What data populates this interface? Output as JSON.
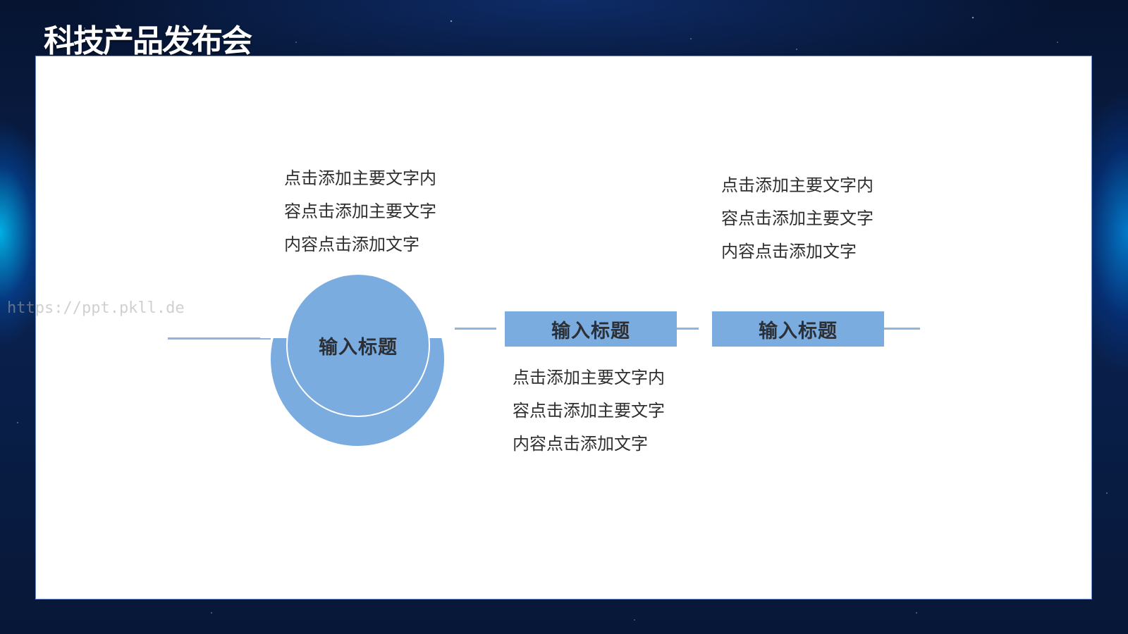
{
  "slide": {
    "title": "科技产品发布会"
  },
  "nodes": [
    {
      "label": "输入标题",
      "text": [
        "点击添加主要文字内",
        "容点击添加主要文字",
        "内容点击添加文字"
      ]
    },
    {
      "label": "输入标题",
      "text": [
        "点击添加主要文字内",
        "容点击添加主要文字",
        "内容点击添加文字"
      ]
    },
    {
      "label": "输入标题",
      "text": [
        "点击添加主要文字内",
        "容点击添加主要文字",
        "内容点击添加文字"
      ]
    }
  ],
  "watermark": "https://ppt.pkll.de",
  "colors": {
    "accent": "#7aace0",
    "line": "#8fb4de",
    "panel": "#ffffff",
    "background": "#0a2250"
  }
}
